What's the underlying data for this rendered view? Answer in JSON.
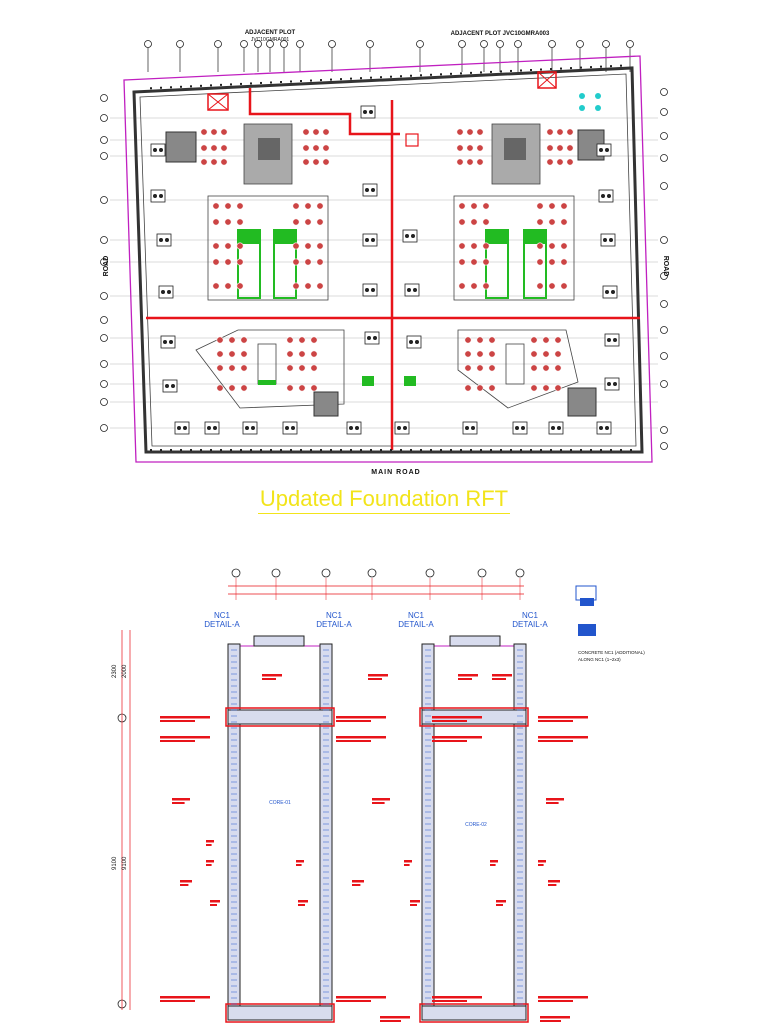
{
  "top_plan": {
    "adjacent_left": "ADJACENT PLOT",
    "adjacent_left_sub": "JVC10GMRA001",
    "adjacent_right": "ADJACENT PLOT  JVC10GMRA003",
    "road_left": "ROAD",
    "road_right": "ROAD",
    "main_road": "MAIN ROAD"
  },
  "caption": "Updated Foundation RFT",
  "bottom_plan": {
    "detail_labels": [
      "NC1",
      "NC1",
      "NC1",
      "NC1"
    ],
    "detail_sub": "DETAIL-A",
    "core_label_left": "CORE-01",
    "core_label_right": "CORE-02",
    "dim_top_1": "2300",
    "dim_top_2": "2000",
    "dim_mid_1": "9100",
    "dim_mid_2": "9100",
    "legend_line_1": "CONCRETE NC1 (ADDITIONAL)",
    "legend_line_2": "ALONG NC1 (1~2x3)"
  },
  "colors": {
    "wall": "#333333",
    "highlight_red": "#e8141a",
    "boundary": "#c020c0",
    "pile": "#cc4444",
    "green": "#22bb22",
    "cyan": "#22cccc",
    "blue_text": "#2255cc",
    "caption_yellow": "#f2e41a"
  }
}
